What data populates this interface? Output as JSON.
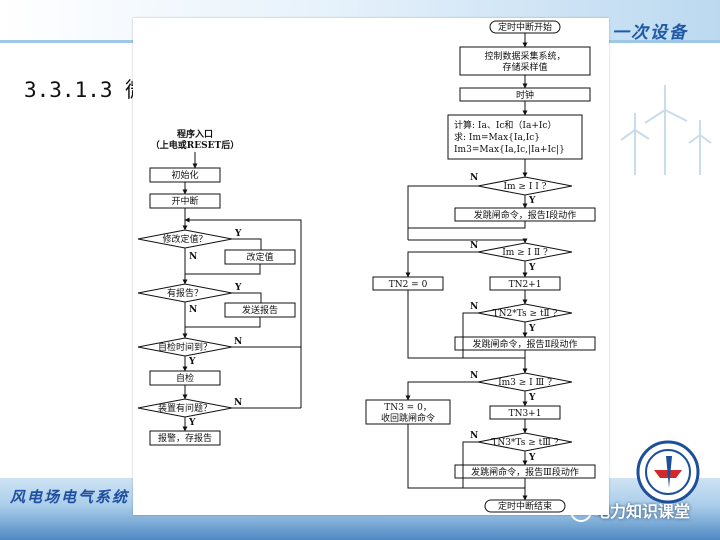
{
  "header": {
    "right_title": "一次设备"
  },
  "section": {
    "title": "3.3.1.3 微"
  },
  "footer": {
    "left_text": "风电场电气系统",
    "watermark": "电力知识课堂"
  },
  "icons": {
    "watermark": "wechat-icon",
    "logo": "university-emblem"
  },
  "colors": {
    "primary_text": "#1f4fa0",
    "band": "#a9cdea"
  },
  "left_flow": {
    "title_line1": "程序入口",
    "title_line2": "（上电或RESET后）",
    "init": "初始化",
    "enable_int": "开中断",
    "modify_q": "修改定值？",
    "modify_action": "改定值",
    "report_q": "有报告？",
    "report_action": "发送报告",
    "selfcheck_q": "自检时间到？",
    "selfcheck": "自检",
    "fault_q": "装置有问题？",
    "alarm": "报警，存报告",
    "yes": "Y",
    "no": "N"
  },
  "right_flow": {
    "start": "定时中断开始",
    "sample_line1": "控制数据采集系统，",
    "sample_line2": "存储采样值",
    "clock": "时钟",
    "calc_line1": "计算: Ia、Ic和（Ia+Ic）",
    "calc_line2": "求: Im=Max{Ia,Ic}",
    "calc_line3": "Im3=Max{Ia,Ic,|Ia+Ic|}",
    "cmp1": "Im ≥ I Ⅰ ?",
    "trip1": "发跳闸命令，报告Ⅰ段动作",
    "cmp2": "Im ≥ I Ⅱ ?",
    "tn2_reset": "TN2 = 0",
    "tn2_inc": "TN2+1",
    "time2": "TN2*Ts ≥ tⅡ ?",
    "trip2": "发跳闸命令，报告Ⅱ段动作",
    "cmp3": "Im3 ≥ I Ⅲ ?",
    "tn3_reset_line1": "TN3 = 0，",
    "tn3_reset_line2": "收回跳闸命令",
    "tn3_inc": "TN3+1",
    "time3": "TN3*Ts ≥ tⅢ ?",
    "trip3": "发跳闸命令，报告Ⅲ段动作",
    "end": "定时中断结束",
    "yes": "Y",
    "no": "N"
  }
}
